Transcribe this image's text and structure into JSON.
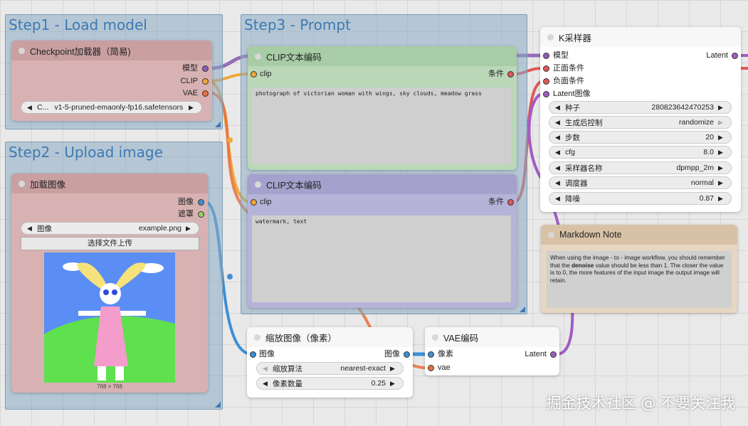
{
  "groups": {
    "step1": "Step1 - Load model",
    "step2": "Step2 - Upload image",
    "step3": "Step3 - Prompt"
  },
  "checkpoint_node": {
    "title": "Checkpoint加载器（简易)",
    "out_model": "模型",
    "out_clip": "CLIP",
    "out_vae": "VAE",
    "ckpt_prefix": "C...",
    "ckpt_value": "v1-5-pruned-emaonly-fp16.safetensors"
  },
  "load_image_node": {
    "title": "加载图像",
    "out_image": "图像",
    "out_mask": "遮罩",
    "image_label": "图像",
    "image_value": "example.png",
    "upload_label": "选择文件上传",
    "dims": "768 × 768"
  },
  "clip_pos_node": {
    "title": "CLIP文本编码",
    "in_clip": "clip",
    "out_cond": "条件",
    "text": "photograph of victorian woman with wings, sky clouds, meadow grass"
  },
  "clip_neg_node": {
    "title": "CLIP文本编码",
    "in_clip": "clip",
    "out_cond": "条件",
    "text": "watermark, text"
  },
  "ksampler_node": {
    "title": "K采样器",
    "in_model": "模型",
    "in_positive": "正面条件",
    "in_negative": "负面条件",
    "in_latent": "Latent图像",
    "out_latent": "Latent",
    "widgets": [
      {
        "label": "种子",
        "value": "280823642470253"
      },
      {
        "label": "生成后控制",
        "value": "randomize"
      },
      {
        "label": "步数",
        "value": "20"
      },
      {
        "label": "cfg",
        "value": "8.0"
      },
      {
        "label": "采样器名称",
        "value": "dpmpp_2m"
      },
      {
        "label": "调度器",
        "value": "normal"
      },
      {
        "label": "降噪",
        "value": "0.87"
      }
    ]
  },
  "note_node": {
    "title": "Markdown Note",
    "text_before": "When using the image - to - image workflow, you should remember that the ",
    "text_bold": "denoise",
    "text_after": " value should be less than 1. The closer the value is to 0, the more features of the input image the output image will retain."
  },
  "scale_node": {
    "title": "缩放图像（像素）",
    "in_image": "图像",
    "out_image": "图像",
    "widgets": [
      {
        "label": "缩放算法",
        "value": "nearest-exact"
      },
      {
        "label": "像素数量",
        "value": "0.25"
      }
    ]
  },
  "vae_node": {
    "title": "VAE编码",
    "in_pixels": "像素",
    "in_vae": "vae",
    "out_latent": "Latent"
  },
  "watermark": "掘金技术社区 @ 不要关注我",
  "colors": {
    "model": "#8e5fb0",
    "clip": "#f0a83a",
    "vae": "#e8703d",
    "conditioning": "#e05858",
    "image": "#3d8fd4",
    "latent": "#a05cc4"
  }
}
